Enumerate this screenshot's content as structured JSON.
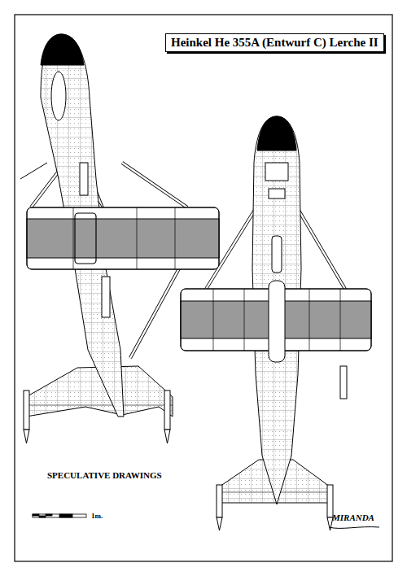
{
  "diagram": {
    "title": "Heinkel He 355A (Entwurf C) Lerche II",
    "labels": [
      "SPECULATIVE DRAWINGS",
      "1m.",
      "MIRANDA"
    ]
  }
}
